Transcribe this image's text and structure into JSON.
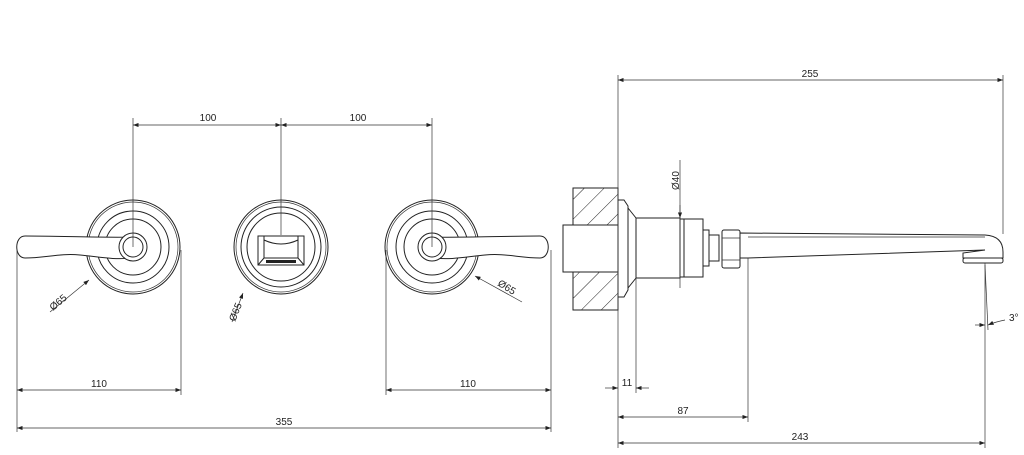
{
  "front_view": {
    "dim_left_spacing": "100",
    "dim_right_spacing": "100",
    "dia_left": "Ø65",
    "dia_center": "Ø65",
    "dia_right": "Ø65",
    "dim_left_width": "110",
    "dim_right_width": "110",
    "dim_total": "355"
  },
  "side_view": {
    "dim_overall": "255",
    "dia_body": "Ø40",
    "dim_plate": "11",
    "dim_body": "87",
    "dim_spout": "243",
    "angle": "3°"
  },
  "colors": {
    "line": "#222222",
    "background": "#ffffff"
  }
}
